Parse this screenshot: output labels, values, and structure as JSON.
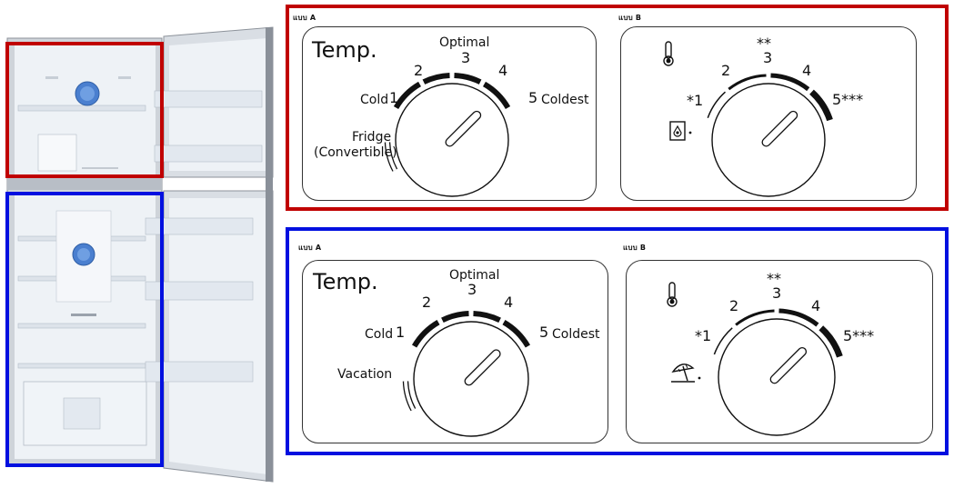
{
  "colors": {
    "top_highlight": "#c00000",
    "bottom_highlight": "#0010e0",
    "dial_arc": "#111111",
    "fridge_body": "#9aa0a8",
    "fridge_interior": "#eef2f6"
  },
  "icons": [
    "thermometer-icon",
    "ice-tray-icon",
    "vacation-umbrella-icon",
    "dial-knob-icon",
    "fridge-illustration"
  ],
  "top_section": {
    "panel_a": {
      "tag": "แบบ A",
      "title": "Temp.",
      "optimal": "Optimal",
      "n1": "1",
      "n2": "2",
      "n3": "3",
      "n4": "4",
      "n5": "5",
      "cold": "Cold",
      "coldest": "Coldest",
      "extra_line1": "Fridge",
      "extra_line2": "(Convertible)"
    },
    "panel_b": {
      "tag": "แบบ B",
      "n1": "*1",
      "n2": "2",
      "n3": "3",
      "n3_stars": "**",
      "n4": "4",
      "n5": "5***"
    }
  },
  "bottom_section": {
    "panel_a": {
      "tag": "แบบ A",
      "title": "Temp.",
      "optimal": "Optimal",
      "n1": "1",
      "n2": "2",
      "n3": "3",
      "n4": "4",
      "n5": "5",
      "cold": "Cold",
      "coldest": "Coldest",
      "extra_line1": "Vacation"
    },
    "panel_b": {
      "tag": "แบบ B",
      "n1": "*1",
      "n2": "2",
      "n3": "3",
      "n3_stars": "**",
      "n4": "4",
      "n5": "5***"
    }
  }
}
